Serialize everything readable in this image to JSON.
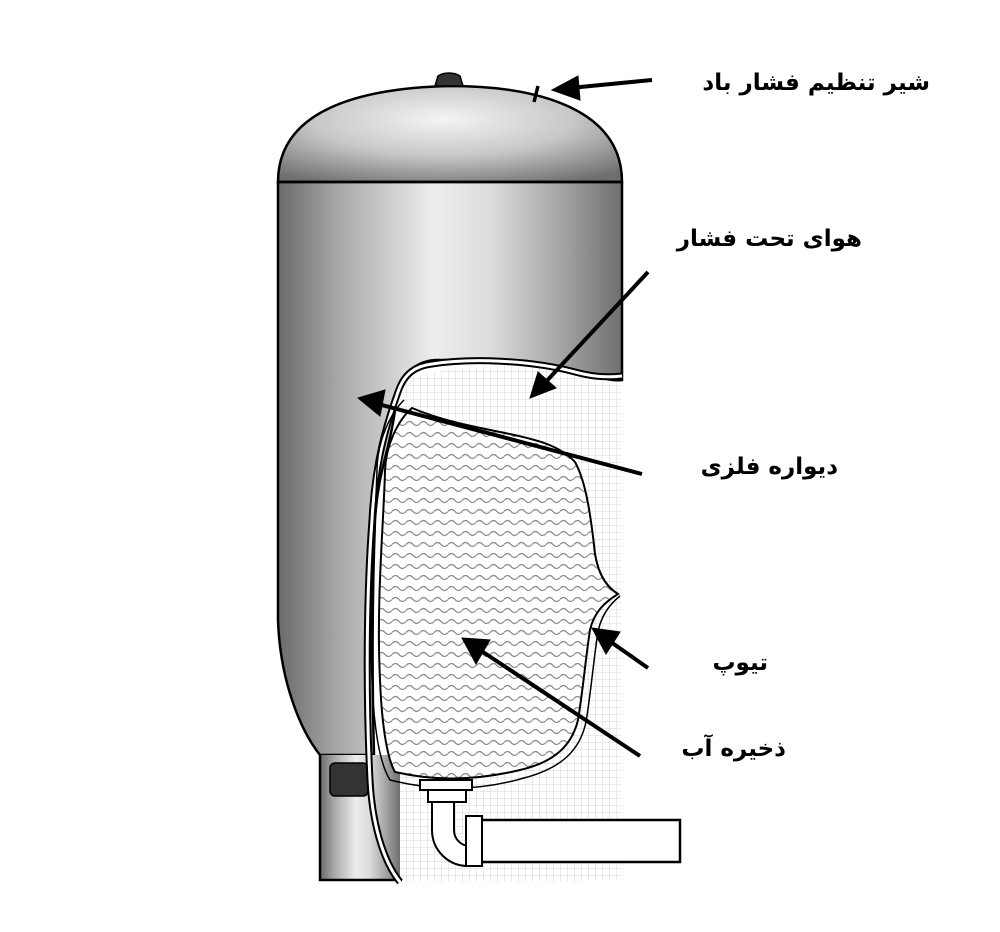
{
  "labels": {
    "air_valve": "شیر تنظیم فشار باد",
    "pressurized_air": "هوای تحت فشار",
    "metal_wall": "دیواره فلزی",
    "tube": "تیوپ",
    "water_storage": "ذخیره آب"
  },
  "colors": {
    "outline": "#000000",
    "tank_light": "#f2f2f2",
    "tank_dark": "#6e6e6e",
    "water_wave": "#8a8a8a",
    "cutaway_grid": "#d9d9d9"
  }
}
